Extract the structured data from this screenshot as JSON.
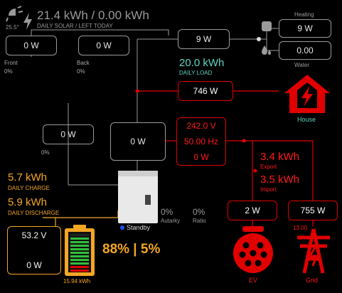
{
  "header": {
    "temperature": "25.5°",
    "energy": "21.4 kWh / 0.00 kWh",
    "energy_label": "DAILY SOLAR / LEFT TODAY"
  },
  "pv": {
    "front_value": "0 W",
    "front_label": "Front",
    "front_pct": "0%",
    "back_value": "0 W",
    "back_label": "Back",
    "back_pct": "0%",
    "total_value": "0 W",
    "total_pct": "0%",
    "aux_value": "9 W"
  },
  "load": {
    "daily": "20.0 kWh",
    "daily_label": "DAILY LOAD",
    "value": "746 W",
    "house_label": "House"
  },
  "heating": {
    "label": "Heating",
    "value": "9 W"
  },
  "water": {
    "label": "Water",
    "value": "0.00"
  },
  "inverter": {
    "value": "0 W",
    "voltage": "242.0 V",
    "frequency": "50.00 Hz",
    "power": "0 W",
    "status": "Standby",
    "status_color": "#1f4fff"
  },
  "grid": {
    "export_value": "3.4 kWh",
    "export_label": "Export",
    "import_value": "3.5 kWh",
    "import_label": "Import",
    "ev_value": "2 W",
    "ev_label": "EV",
    "grid_value": "755 W",
    "grid_label": "Grid",
    "grid_small": "13.00"
  },
  "battery": {
    "daily_charge": "5.7 kWh",
    "daily_charge_label": "DAILY CHARGE",
    "daily_discharge": "5.9 kWh",
    "daily_discharge_label": "DAILY DISCHARGE",
    "voltage": "53.2 V",
    "power": "0 W",
    "soc_text": "88% | 5%",
    "soc_level": 0.88,
    "capacity": "15.94 kWh",
    "autarky_value": "0%",
    "autarky_label": "Autarky",
    "ratio_value": "0%",
    "ratio_label": "Ratio"
  },
  "colors": {
    "solar": "#9a9a9a",
    "grid": "#e00000",
    "battery": "#f5a623",
    "load": "#5fd3c0"
  }
}
